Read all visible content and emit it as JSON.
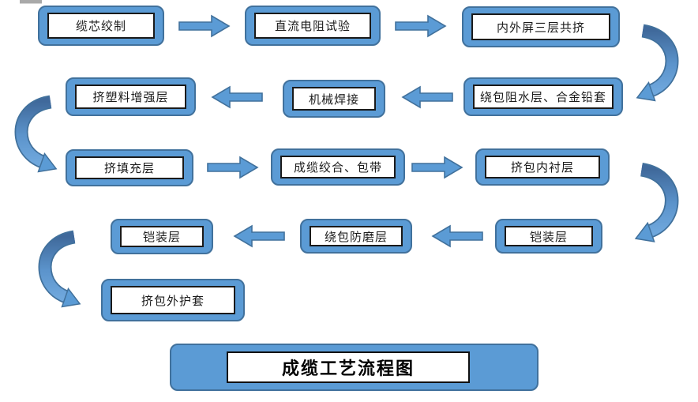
{
  "diagram": {
    "title": "成缆工艺流程图",
    "steps": [
      {
        "label": "缆芯绞制"
      },
      {
        "label": "直流电阻试验"
      },
      {
        "label": "内外屏三层共挤"
      },
      {
        "label": "绕包阻水层、合金铅套"
      },
      {
        "label": "机械焊接"
      },
      {
        "label": "挤塑料增强层"
      },
      {
        "label": "挤填充层"
      },
      {
        "label": "成缆绞合、包带"
      },
      {
        "label": "挤包内衬层"
      },
      {
        "label": "铠装层"
      },
      {
        "label": "绕包防磨层"
      },
      {
        "label": "铠装层"
      },
      {
        "label": "挤包外护套"
      }
    ],
    "colors": {
      "node_fill": "#5B9BD5",
      "node_border": "#41719C",
      "arrow_fill": "#5B9BD5",
      "arrow_border": "#41719C",
      "curve_gradient_top": "#40699B",
      "curve_gradient_bottom": "#6FA7DC",
      "inner_box_fill": "#FFFFFF",
      "inner_box_border": "#1A1A1A"
    }
  }
}
